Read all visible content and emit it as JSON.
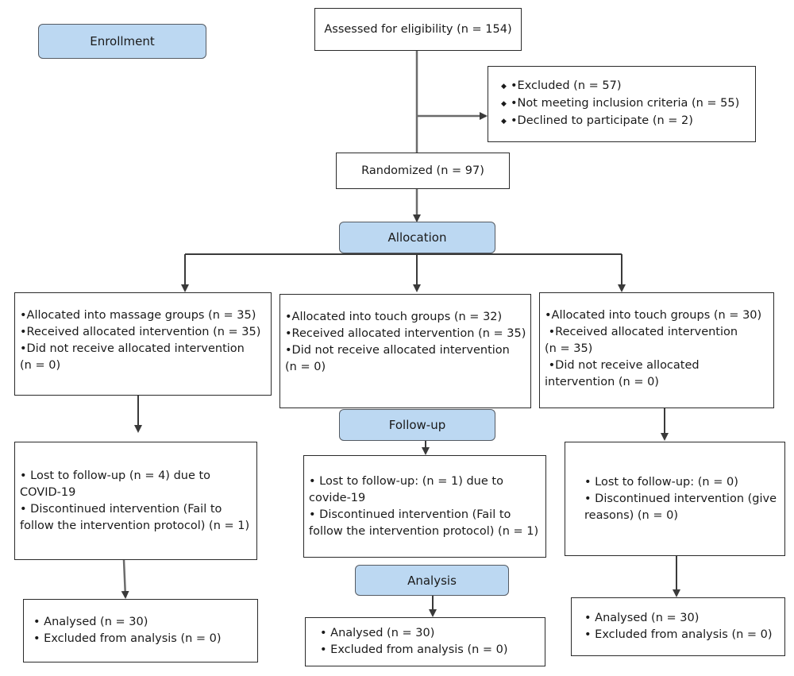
{
  "stages": {
    "enrollment": "Enrollment",
    "allocation": "Allocation",
    "follow_up": "Follow-up",
    "analysis": "Analysis"
  },
  "assessed": "Assessed for eligibility (n = 154)",
  "excluded": [
    "•Excluded (n = 57)",
    "•Not meeting inclusion criteria (n = 55)",
    "•Declined to participate (n = 2)"
  ],
  "randomized": "Randomized (n = 97)",
  "allocation_boxes": [
    {
      "lines": [
        "•Allocated into massage groups (n = 35)",
        "•Received allocated intervention (n = 35)",
        "•Did not receive allocated intervention",
        "(n = 0)"
      ]
    },
    {
      "lines": [
        "•Allocated into touch groups (n = 32)",
        "•Received allocated intervention (n = 35)",
        "•Did not receive allocated intervention",
        "(n = 0)"
      ]
    },
    {
      "lines": [
        "•Allocated into touch groups (n = 30)",
        " •Received allocated intervention",
        "(n = 35)",
        " •Did not receive allocated",
        "intervention (n = 0)"
      ]
    }
  ],
  "followup_boxes": [
    {
      "lines": [
        "• Lost to follow-up (n = 4) due to",
        "COVID-19",
        "• Discontinued intervention (Fail to",
        "follow the intervention protocol) (n = 1)"
      ]
    },
    {
      "lines": [
        "• Lost to follow-up: (n = 1) due to",
        "covide-19",
        "• Discontinued intervention (Fail to",
        "follow the intervention protocol) (n = 1)"
      ]
    },
    {
      "lines": [
        "• Lost to follow-up: (n = 0)",
        "• Discontinued intervention (give",
        "reasons) (n = 0)"
      ]
    }
  ],
  "analysis_boxes": [
    {
      "lines": [
        "• Analysed (n = 30)",
        "• Excluded from analysis (n = 0)"
      ]
    },
    {
      "lines": [
        "• Analysed (n = 30)",
        "• Excluded from analysis (n = 0)"
      ]
    },
    {
      "lines": [
        "• Analysed (n = 30)",
        "• Excluded from analysis (n = 0)"
      ]
    }
  ]
}
